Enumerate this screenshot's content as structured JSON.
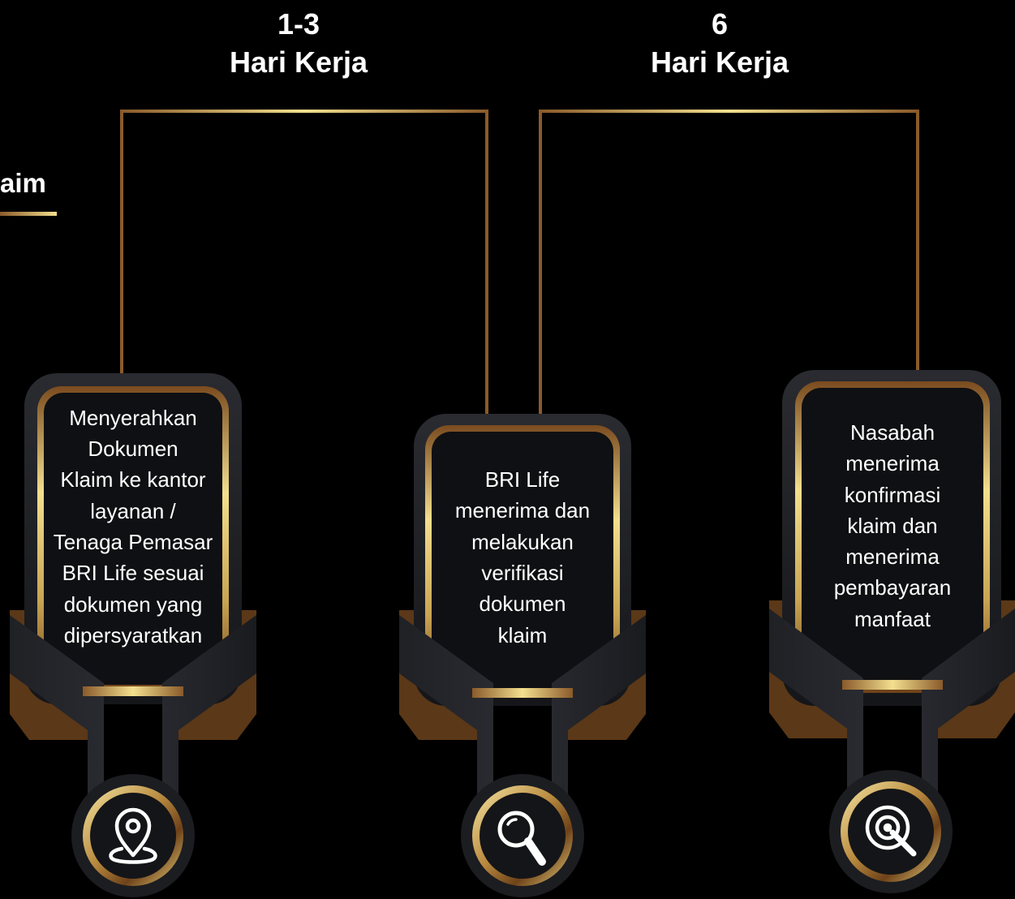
{
  "heading": {
    "text": "aim"
  },
  "durations": [
    {
      "value": "1-3",
      "unit": "Hari Kerja"
    },
    {
      "value": "6",
      "unit": "Hari Kerja"
    }
  ],
  "steps": [
    {
      "icon": "location-pin-icon",
      "lines": [
        "Menyerahkan",
        "Dokumen",
        "Klaim ke kantor",
        "layanan /",
        "Tenaga Pemasar",
        "BRI Life sesuai",
        "dokumen yang",
        "dipersyaratkan"
      ]
    },
    {
      "icon": "magnifier-icon",
      "lines": [
        "BRI Life",
        "menerima dan",
        "melakukan",
        "verifikasi",
        "dokumen",
        "klaim"
      ]
    },
    {
      "icon": "target-search-icon",
      "lines": [
        "Nasabah",
        "menerima",
        "konfirmasi",
        "klaim dan",
        "menerima",
        "pembayaran",
        "manfaat"
      ]
    }
  ],
  "colors": {
    "background": "#000000",
    "gold_light": "#f3df8e",
    "gold_dark": "#7a4b1f",
    "card": "#1c1d21",
    "card_inner": "#0f1013"
  }
}
